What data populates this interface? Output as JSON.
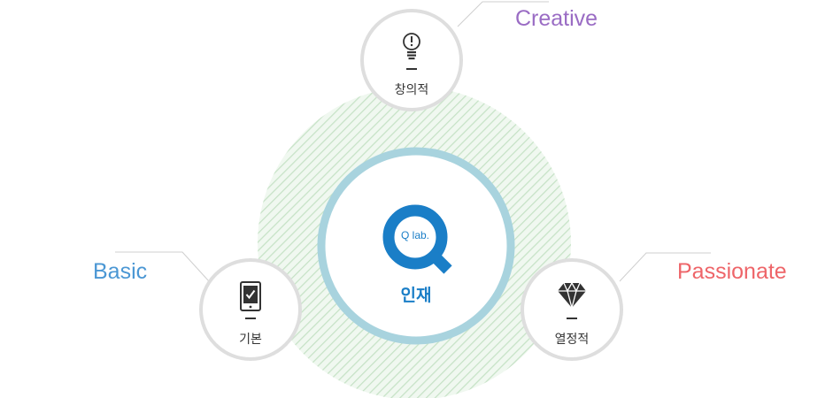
{
  "center": {
    "logo_text": "Q lab.",
    "title": "인재"
  },
  "nodes": {
    "creative": {
      "label_en": "Creative",
      "label_ko": "창의적",
      "icon": "lightbulb-icon",
      "color": "#9a6cc4"
    },
    "basic": {
      "label_en": "Basic",
      "label_ko": "기본",
      "icon": "tablet-check-icon",
      "color": "#4b97d4"
    },
    "passionate": {
      "label_en": "Passionate",
      "label_ko": "열정적",
      "icon": "diamond-icon",
      "color": "#ee6569"
    }
  },
  "colors": {
    "outer_ring_hatch": "#c9e4c9",
    "outer_ring_bg": "#eef7ee",
    "inner_ring": "#a8d3de",
    "brand_blue": "#1a7ec7",
    "node_border": "#dedede",
    "connector": "#cfcfcf"
  }
}
